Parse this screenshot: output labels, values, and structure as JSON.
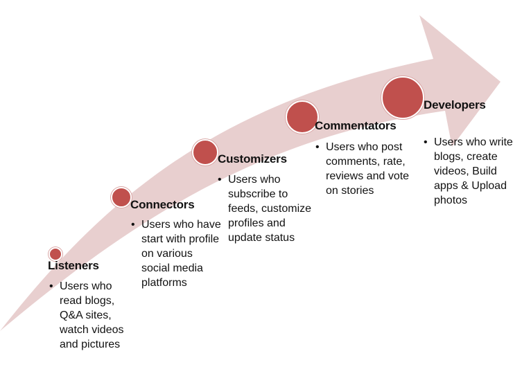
{
  "diagram": {
    "arrow_color": "#e8cfcf",
    "dot_color": "#c0504d",
    "stages": [
      {
        "title": "Listeners",
        "description": "Users who read blogs, Q&A sites, watch videos and pictures"
      },
      {
        "title": "Connectors",
        "description": "Users who have start with profile on various social media platforms"
      },
      {
        "title": "Customizers",
        "description": "Users who subscribe to feeds, customize profiles and update status"
      },
      {
        "title": "Commentators",
        "description": "Users who post comments, rate, reviews and vote on stories"
      },
      {
        "title": "Developers",
        "description": "Users who write blogs, create videos, Build apps & Upload photos"
      }
    ]
  }
}
